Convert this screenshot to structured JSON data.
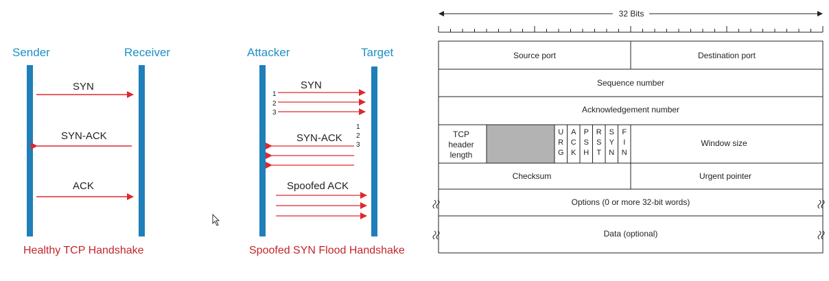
{
  "handshake": {
    "healthy": {
      "sender_label": "Sender",
      "receiver_label": "Receiver",
      "syn": "SYN",
      "synack": "SYN-ACK",
      "ack": "ACK",
      "caption": "Healthy TCP Handshake"
    },
    "flood": {
      "attacker_label": "Attacker",
      "target_label": "Target",
      "syn": "SYN",
      "synack": "SYN-ACK",
      "ack": "Spoofed ACK",
      "left_numbers": [
        "1",
        "2",
        "3"
      ],
      "right_numbers": [
        "1",
        "2",
        "3"
      ],
      "caption": "Spoofed SYN Flood Handshake"
    }
  },
  "tcp_header": {
    "width_label": "32 Bits",
    "source_port": "Source port",
    "destination_port": "Destination port",
    "sequence_number": "Sequence number",
    "ack_number": "Acknowledgement number",
    "header_length": [
      "TCP",
      "header",
      "length"
    ],
    "flags": [
      {
        "letters": [
          "U",
          "R",
          "G"
        ]
      },
      {
        "letters": [
          "A",
          "C",
          "K"
        ]
      },
      {
        "letters": [
          "P",
          "S",
          "H"
        ]
      },
      {
        "letters": [
          "R",
          "S",
          "T"
        ]
      },
      {
        "letters": [
          "S",
          "Y",
          "N"
        ]
      },
      {
        "letters": [
          "F",
          "I",
          "N"
        ]
      }
    ],
    "window_size": "Window size",
    "checksum": "Checksum",
    "urgent_pointer": "Urgent pointer",
    "options": "Options (0 or more 32-bit words)",
    "data": "Data (optional)"
  },
  "colors": {
    "lifeline": "#1f7fb8",
    "arrow": "#e0272e",
    "label_blue": "#1f8fc4",
    "caption_red": "#c4252c",
    "reserved_gray": "#b3b3b3"
  }
}
